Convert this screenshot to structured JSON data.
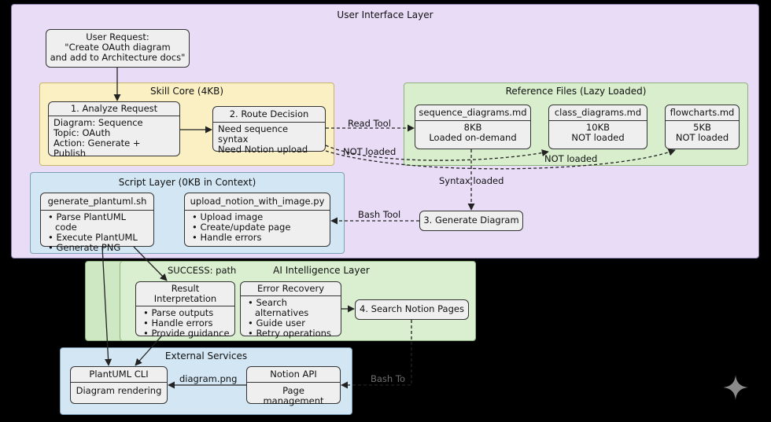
{
  "ui_layer": {
    "title": "User Interface Layer"
  },
  "user_request": {
    "title": "User Request:",
    "line1": "\"Create OAuth diagram",
    "line2": "and add to Architecture docs\""
  },
  "skill_core": {
    "title": "Skill Core (4KB)",
    "analyze": {
      "title": "1. Analyze Request",
      "lines": [
        "Diagram: Sequence",
        "Topic: OAuth",
        "Action: Generate + Publish"
      ]
    },
    "route": {
      "title": "2. Route Decision",
      "lines": [
        "Need sequence syntax",
        "Need Notion upload"
      ]
    }
  },
  "reference": {
    "title": "Reference Files (Lazy Loaded)",
    "files": [
      {
        "name": "sequence_diagrams.md",
        "size": "8KB",
        "status": "Loaded on-demand"
      },
      {
        "name": "class_diagrams.md",
        "size": "10KB",
        "status": "NOT loaded"
      },
      {
        "name": "flowcharts.md",
        "size": "5KB",
        "status": "NOT loaded"
      }
    ]
  },
  "script_layer": {
    "title": "Script Layer (0KB in Context)",
    "plantuml": {
      "title": "generate_plantuml.sh",
      "items": [
        "Parse PlantUML code",
        "Execute PlantUML",
        "Generate PNG"
      ]
    },
    "upload": {
      "title": "upload_notion_with_image.py",
      "items": [
        "Upload image",
        "Create/update page",
        "Handle errors"
      ]
    }
  },
  "generate_diagram": {
    "label": "3. Generate Diagram"
  },
  "ai_layer": {
    "title": "AI Intelligence Layer",
    "result": {
      "title": "Result Interpretation",
      "items": [
        "Parse outputs",
        "Handle errors",
        "Provide guidance"
      ]
    },
    "error": {
      "title": "Error Recovery",
      "items": [
        "Search alternatives",
        "Guide user",
        "Retry operations"
      ]
    },
    "search": {
      "label": "4. Search Notion Pages"
    }
  },
  "external": {
    "title": "External Services",
    "plantuml_cli": {
      "title": "PlantUML CLI",
      "body": "Diagram rendering"
    },
    "notion_api": {
      "title": "Notion API",
      "body": "Page management"
    }
  },
  "edge_labels": {
    "read_tool": "Read Tool",
    "not_loaded_1": "NOT loaded",
    "not_loaded_2": "NOT loaded",
    "syntax_loaded": "Syntax loaded",
    "bash_tool": "Bash Tool",
    "success_path": "SUCCESS: path",
    "diagram_png": "diagram.png",
    "bash_to": "Bash To"
  },
  "colors": {
    "ui_layer_bg": "#e8dcf7",
    "skill_core_bg": "#fbf0c4",
    "reference_bg": "#d8eecd",
    "script_bg": "#d3e6f3",
    "ai_bg": "#d9efcf",
    "external_bg": "#d3e6f3"
  },
  "icons": {
    "corner": "sparkle-icon"
  }
}
